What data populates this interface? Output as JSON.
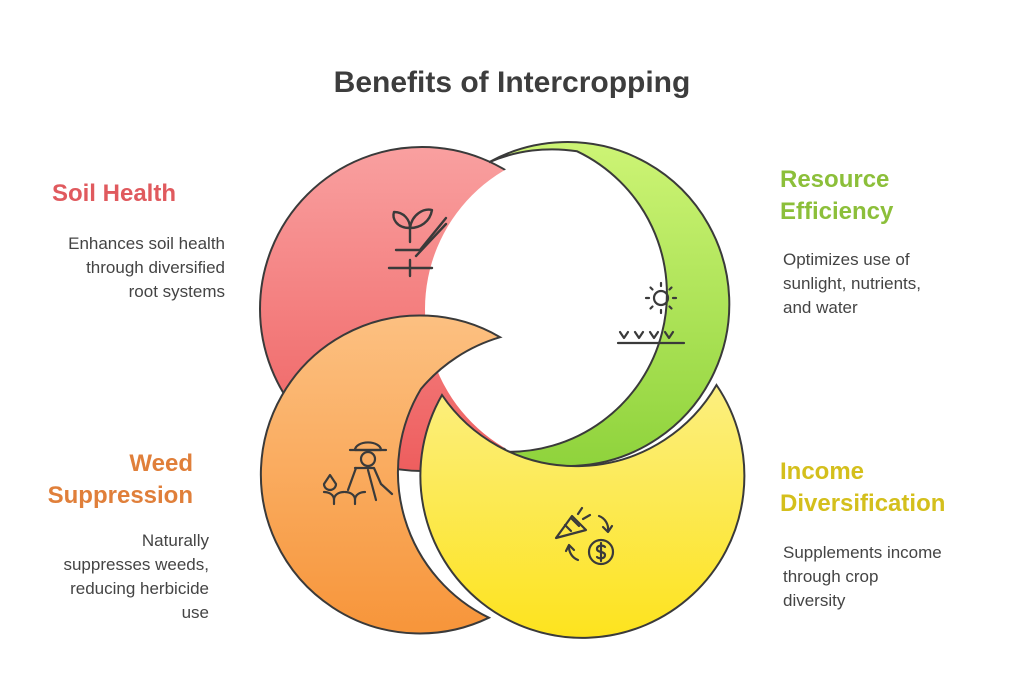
{
  "title": "Benefits of Intercropping",
  "colors": {
    "soil": "#e05a5e",
    "resource": "#8cbf3a",
    "weed": "#e07f3a",
    "income": "#d4bf1c",
    "outline": "#3a3a3a",
    "text": "#444444"
  },
  "items": [
    {
      "heading": "Soil Health",
      "description": [
        "Enhances soil health",
        "through diversified",
        "root systems"
      ],
      "icon": "plant-sprout-icon"
    },
    {
      "heading": [
        "Resource",
        "Efficiency"
      ],
      "description": [
        "Optimizes use of",
        "sunlight, nutrients,",
        "and water"
      ],
      "icon": "sun-grass-icon"
    },
    {
      "heading": [
        "Weed",
        "Suppression"
      ],
      "description": [
        "Naturally",
        "suppresses weeds,",
        "reducing herbicide",
        "use"
      ],
      "icon": "farmer-weeding-icon"
    },
    {
      "heading": [
        "Income",
        "Diversification"
      ],
      "description": [
        "Supplements income",
        "through crop",
        "diversity"
      ],
      "icon": "carrot-money-cycle-icon"
    }
  ]
}
